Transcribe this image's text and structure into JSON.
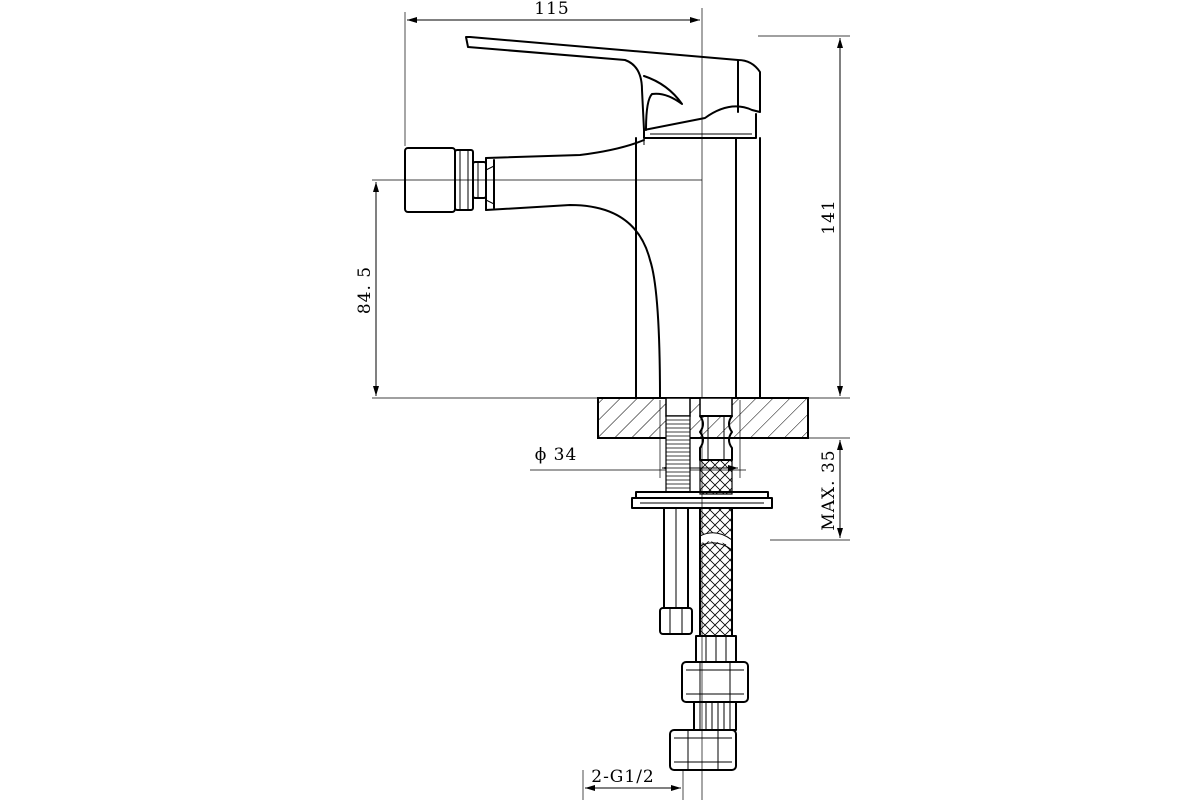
{
  "drawing": {
    "dimensions": {
      "overall_width": "115",
      "overall_height": "141",
      "outlet_height": "84. 5",
      "base_diameter": "ϕ 34",
      "max_thickness": "MAX. 35",
      "connection": "2-G1/2"
    }
  }
}
